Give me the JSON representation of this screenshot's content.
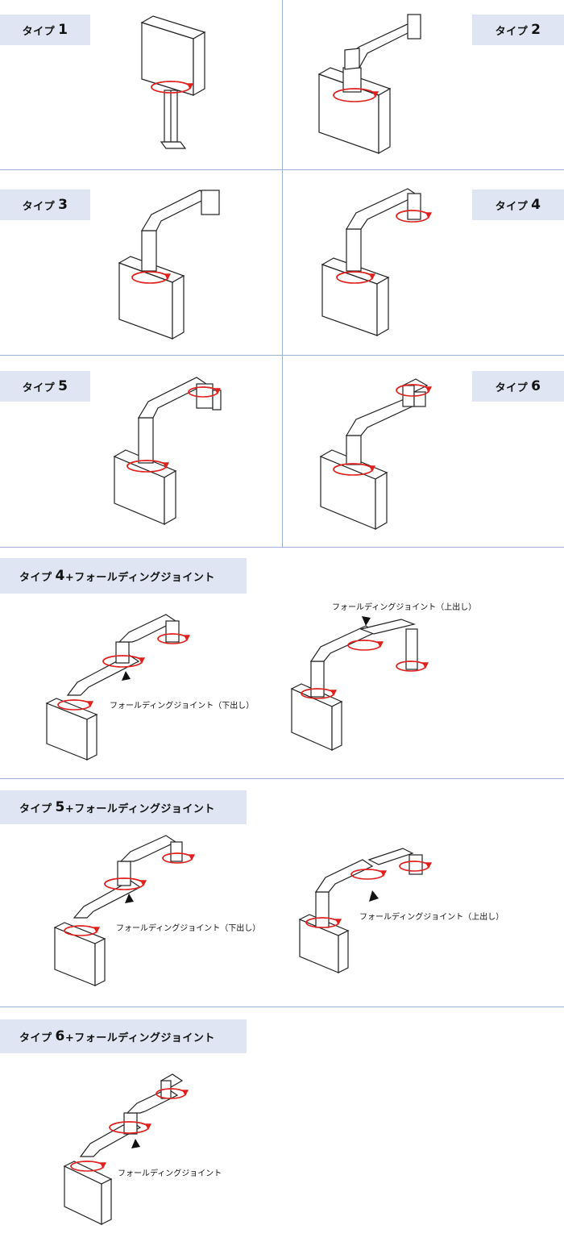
{
  "types": [
    {
      "prefix": "タイプ",
      "num": "1"
    },
    {
      "prefix": "タイプ",
      "num": "2"
    },
    {
      "prefix": "タイプ",
      "num": "3"
    },
    {
      "prefix": "タイプ",
      "num": "4"
    },
    {
      "prefix": "タイプ",
      "num": "5"
    },
    {
      "prefix": "タイプ",
      "num": "6"
    }
  ],
  "folding_sections": [
    {
      "prefix": "タイプ",
      "num": "4",
      "suffix": "+フォールディングジョイント"
    },
    {
      "prefix": "タイプ",
      "num": "5",
      "suffix": "+フォールディングジョイント"
    },
    {
      "prefix": "タイプ",
      "num": "6",
      "suffix": "+フォールディングジョイント"
    }
  ],
  "callouts": {
    "t4_lower": "フォールディングジョイント（下出し）",
    "t4_upper": "フォールディングジョイント（上出し）",
    "t5_lower": "フォールディングジョイント（下出し）",
    "t5_upper": "フォールディングジョイント（上出し）",
    "t6": "フォールディングジョイント"
  },
  "colors": {
    "rotation_arrow": "#e0201d",
    "label_bg": "#dfe5f2",
    "divider": "#9bb4d6"
  }
}
